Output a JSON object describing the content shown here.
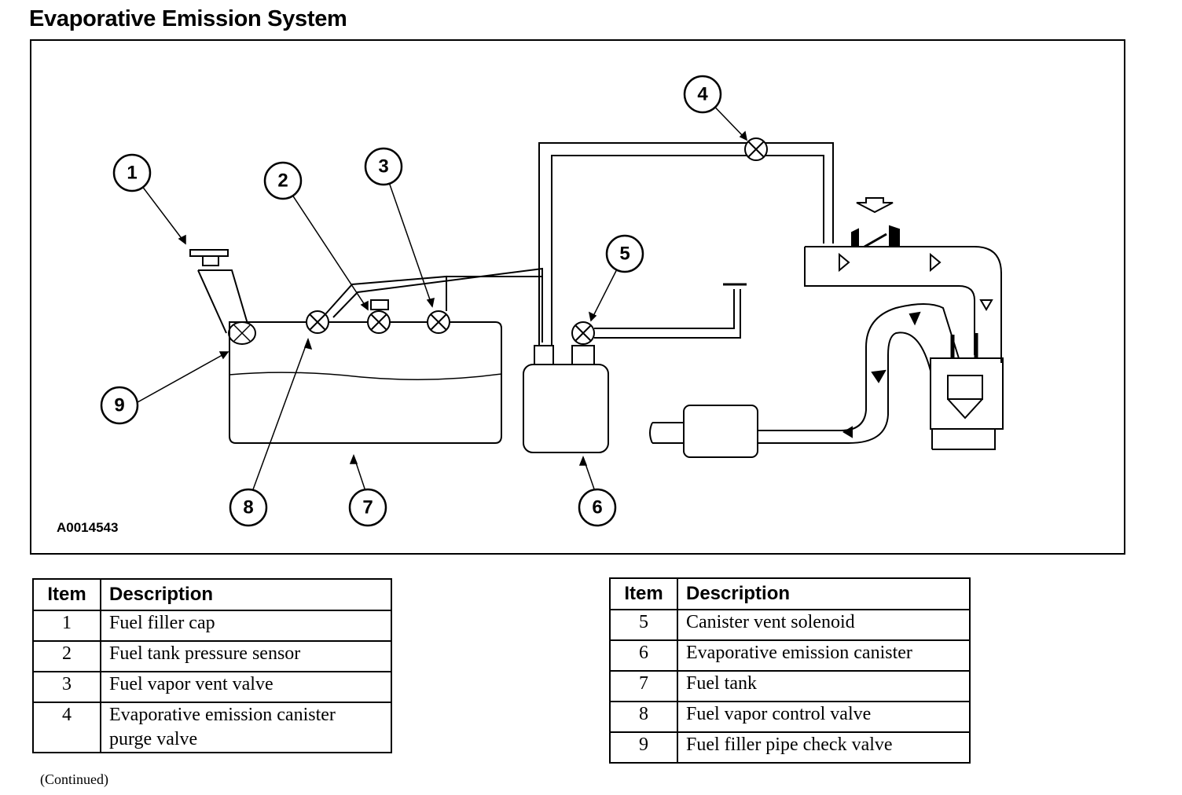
{
  "title": "Evaporative Emission System",
  "figure_id": "A0014543",
  "callouts": [
    "1",
    "2",
    "3",
    "4",
    "5",
    "6",
    "7",
    "8",
    "9"
  ],
  "legend_left": {
    "header_item": "Item",
    "header_desc": "Description",
    "rows": [
      {
        "item": "1",
        "desc": "Fuel filler cap"
      },
      {
        "item": "2",
        "desc": "Fuel tank pressure sensor"
      },
      {
        "item": "3",
        "desc": "Fuel vapor vent valve"
      },
      {
        "item": "4",
        "desc_line1": "Evaporative emission canister",
        "desc_line2": "purge valve"
      }
    ]
  },
  "legend_right": {
    "header_item": "Item",
    "header_desc": "Description",
    "rows": [
      {
        "item": "5",
        "desc": "Canister vent solenoid"
      },
      {
        "item": "6",
        "desc": "Evaporative emission canister"
      },
      {
        "item": "7",
        "desc": "Fuel tank"
      },
      {
        "item": "8",
        "desc": "Fuel vapor control valve"
      },
      {
        "item": "9",
        "desc": "Fuel filler pipe check valve"
      }
    ]
  },
  "continued": "(Continued)"
}
